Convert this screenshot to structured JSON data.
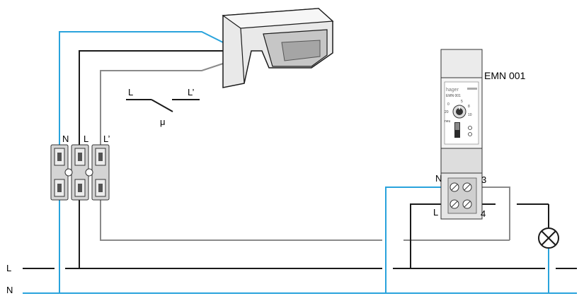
{
  "bus": {
    "line_label": "L",
    "neutral_label": "N"
  },
  "switch": {
    "left_label": "L",
    "right_label": "L’",
    "symbol": "μ"
  },
  "terminal_block": {
    "labels": [
      "N",
      "L",
      "L’"
    ]
  },
  "module": {
    "name": "EMN 001",
    "brand": "hager",
    "model_small": "EMN 001",
    "dial_numbers": [
      "0",
      "5",
      "8",
      "10",
      "20"
    ],
    "dial_mode": "neu",
    "terminals": {
      "top_left": "N",
      "top_right": "3",
      "bottom_left": "L",
      "bottom_right": "4"
    }
  },
  "colors": {
    "neutral_wire": "#29a3dc",
    "line_wire": "#1a1a1a",
    "switched_wire": "#8a8a8a",
    "device_gray": "#d0d0d0"
  }
}
